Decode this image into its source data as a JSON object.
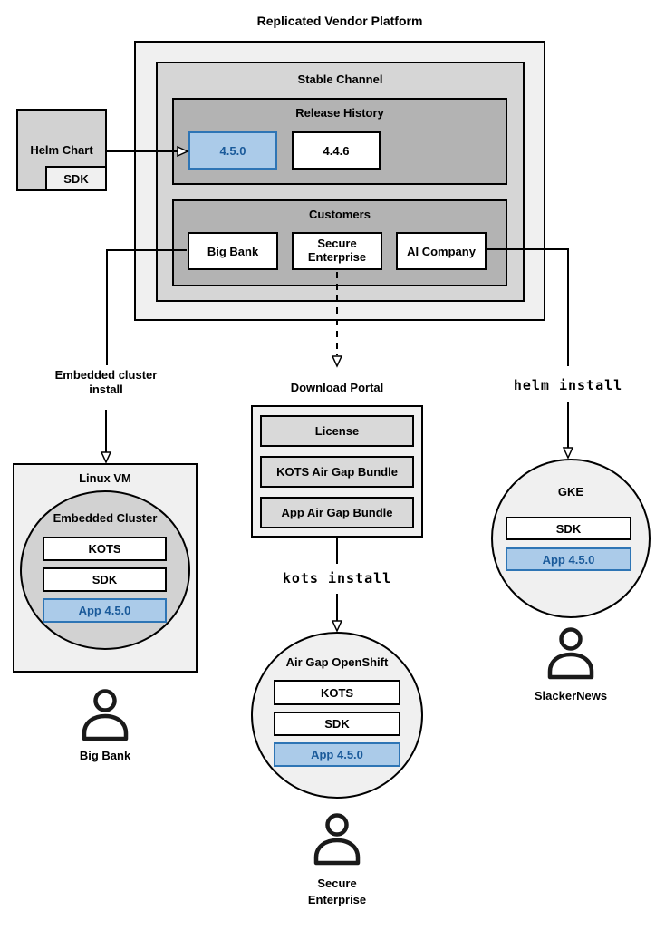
{
  "colors": {
    "highlight_fill": "#abcbe9",
    "highlight_border": "#2e75b5",
    "highlight_text": "#1a5a9a",
    "container_light_gray": "#f0f0f0",
    "channel_gray": "#d6d6d6",
    "section_gray": "#b3b3b3"
  },
  "platform": {
    "title": "Replicated Vendor Platform",
    "stable_channel_title": "Stable Channel",
    "release_history": {
      "title": "Release History",
      "releases": [
        {
          "version": "4.5.0",
          "highlighted": true
        },
        {
          "version": "4.4.6",
          "highlighted": false
        }
      ]
    },
    "customers": {
      "title": "Customers",
      "items": [
        {
          "name": "Big Bank"
        },
        {
          "name": "Secure Enterprise"
        },
        {
          "name": "AI Company"
        }
      ]
    }
  },
  "helm_chart": {
    "title": "Helm Chart",
    "sdk_label": "SDK"
  },
  "edge_labels": {
    "embedded_cluster_install": "Embedded cluster install",
    "kots_install": "kots install",
    "helm_install": "helm install"
  },
  "download_portal": {
    "title": "Download Portal",
    "items": [
      {
        "label": "License"
      },
      {
        "label": "KOTS Air Gap Bundle"
      },
      {
        "label": "App Air Gap Bundle"
      }
    ]
  },
  "linux_vm": {
    "title": "Linux VM",
    "embedded_cluster": {
      "title": "Embedded Cluster",
      "components": [
        {
          "label": "KOTS"
        },
        {
          "label": "SDK"
        },
        {
          "label": "App 4.5.0",
          "highlighted": true
        }
      ]
    },
    "persona": "Big Bank"
  },
  "air_gap_openshift": {
    "title": "Air Gap OpenShift",
    "components": [
      {
        "label": "KOTS"
      },
      {
        "label": "SDK"
      },
      {
        "label": "App 4.5.0",
        "highlighted": true
      }
    ],
    "persona": "Secure Enterprise"
  },
  "gke": {
    "title": "GKE",
    "components": [
      {
        "label": "SDK"
      },
      {
        "label": "App 4.5.0",
        "highlighted": true
      }
    ],
    "persona": "SlackerNews"
  }
}
